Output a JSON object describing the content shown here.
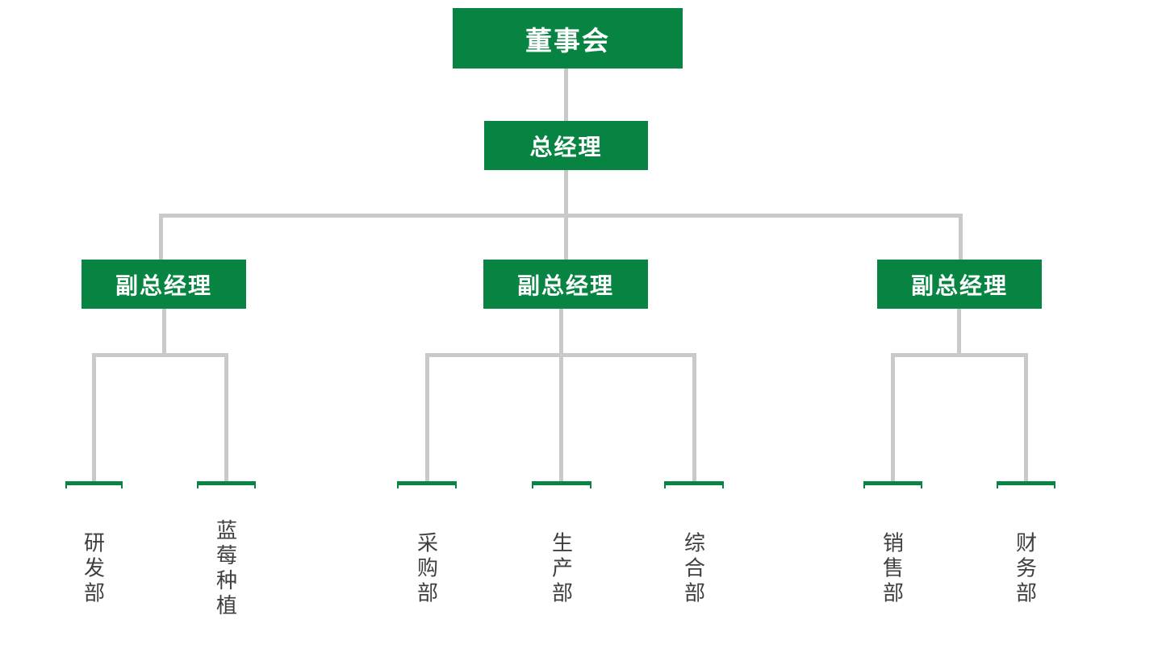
{
  "org_chart": {
    "type": "organization-chart",
    "nodes": {
      "board": {
        "label": "董事会",
        "level": 1
      },
      "general_manager": {
        "label": "总经理",
        "level": 2
      },
      "deputy_managers": [
        {
          "label": "副总经理",
          "position": "left"
        },
        {
          "label": "副总经理",
          "position": "center"
        },
        {
          "label": "副总经理",
          "position": "right"
        }
      ],
      "departments": [
        {
          "label": "研发部",
          "group": 1
        },
        {
          "label": "蓝莓种植",
          "group": 1
        },
        {
          "label": "采购部",
          "group": 2
        },
        {
          "label": "生产部",
          "group": 2
        },
        {
          "label": "综合部",
          "group": 2
        },
        {
          "label": "销售部",
          "group": 3
        },
        {
          "label": "财务部",
          "group": 3
        }
      ]
    },
    "colors": {
      "node_fill": "#088442",
      "node_text": "#FFFFFF",
      "connector": "#C9C9C9",
      "department_text": "#3F3F3F",
      "background": "#FFFFFF"
    }
  }
}
